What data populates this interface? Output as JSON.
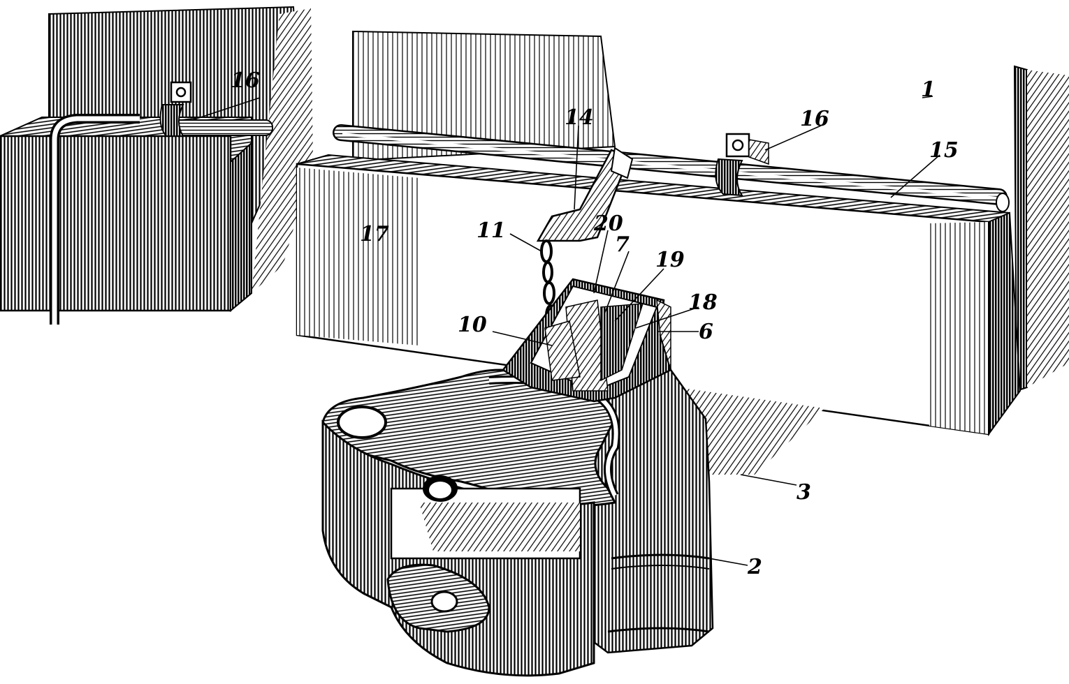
{
  "figure": {
    "labels": {
      "l1": "1",
      "l2": "2",
      "l3": "3",
      "l6": "6",
      "l7": "7",
      "l10": "10",
      "l11": "11",
      "l14": "14",
      "l15": "15",
      "l16a": "16",
      "l16b": "16",
      "l17": "17",
      "l18": "18",
      "l19": "19",
      "l20": "20"
    }
  }
}
